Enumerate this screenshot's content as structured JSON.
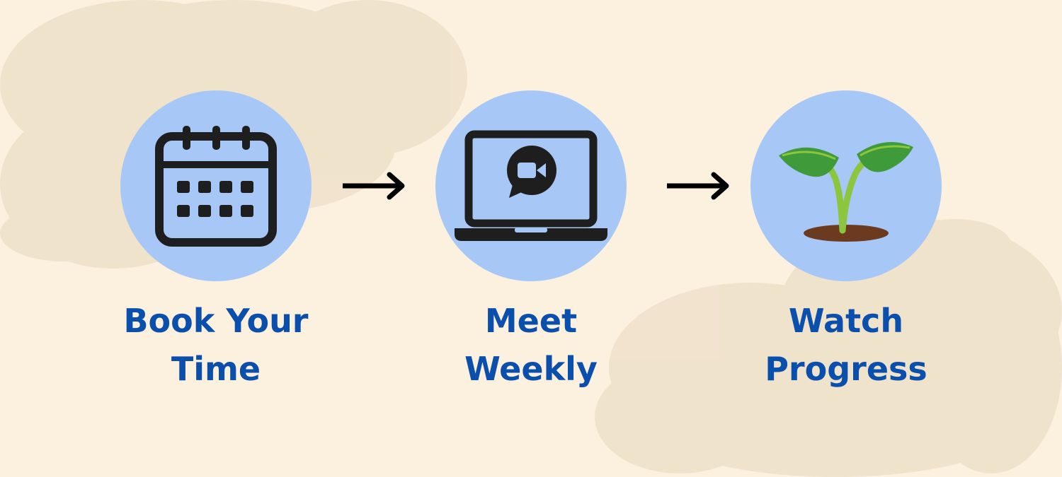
{
  "steps": [
    {
      "icon": "calendar-icon",
      "line1": "Book Your",
      "line2": "Time"
    },
    {
      "icon": "laptop-video-call-icon",
      "line1": "Meet",
      "line2": "Weekly"
    },
    {
      "icon": "sprout-icon",
      "line1": "Watch",
      "line2": "Progress"
    }
  ],
  "colors": {
    "background": "#fcf0de",
    "circle": "#a7c8f6",
    "text": "#0b4fad",
    "cloud": "#efe0c8"
  }
}
